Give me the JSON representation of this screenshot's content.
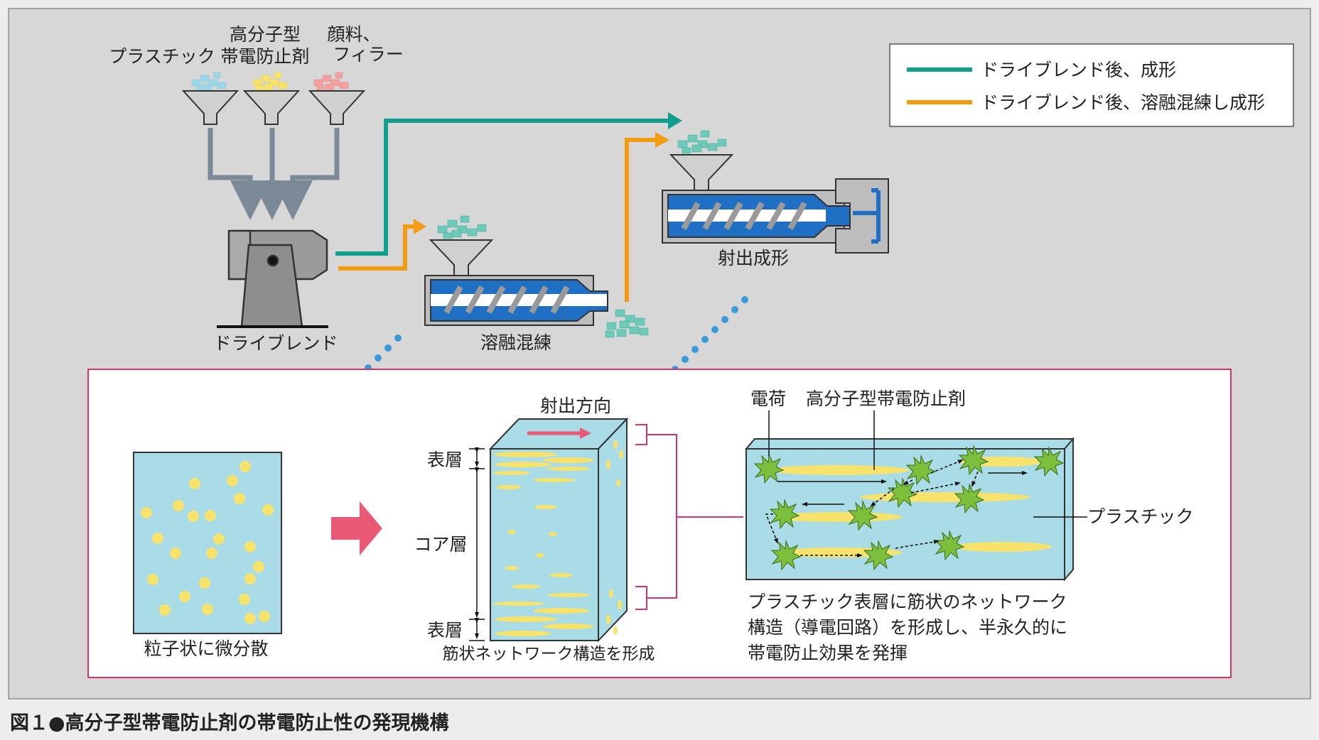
{
  "process": {
    "input_plastic": "プラスチック",
    "input_antistatic_line1": "高分子型",
    "input_antistatic_line2": "帯電防止剤",
    "input_pigment_line1": "顔料、",
    "input_pigment_line2": "フィラー",
    "dry_blend": "ドライブレンド",
    "melt_kneading": "溶融混練",
    "injection_molding": "射出成形"
  },
  "legend": {
    "items": [
      {
        "label": "ドライブレンド後、成形",
        "color": "#129e8c"
      },
      {
        "label": "ドライブレンド後、溶融混練し成形",
        "color": "#f39c12"
      }
    ]
  },
  "detail": {
    "dispersed_caption": "粒子状に微分散",
    "injection_direction": "射出方向",
    "surface_top": "表層",
    "core": "コア層",
    "surface_bottom": "表層",
    "network_caption": "筋状ネットワーク構造を形成",
    "charge": "電荷",
    "antistatic_agent": "高分子型帯電防止剤",
    "plastic": "プラスチック",
    "desc_line1": "プラスチック表層に筋状のネットワーク",
    "desc_line2": "構造（導電回路）を形成し、半永久的に",
    "desc_line3": "帯電防止効果を発揮"
  },
  "colors": {
    "teal": "#129e8c",
    "orange": "#f39c12",
    "gray_arrow": "#7b8a96",
    "blue_barrel": "#1f6fc4",
    "pink": "#d6336c",
    "light_blue": "#a9dce6",
    "yellow": "#f7e36c",
    "green_charge": "#7cbf3c"
  },
  "caption": "図１●高分子型帯電防止剤の帯電防止性の発現機構"
}
